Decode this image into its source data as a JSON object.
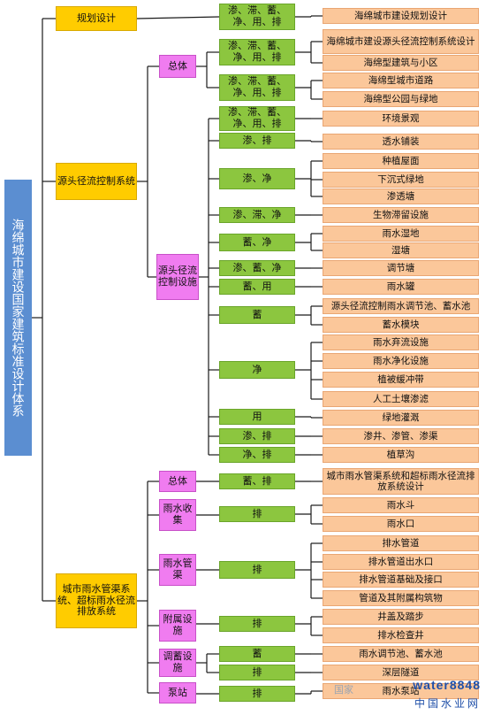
{
  "root": {
    "label": "海绵城市建设国家建筑标准设计体系"
  },
  "level1": [
    {
      "label": "规划设计"
    },
    {
      "label": "源头径流控制系统"
    },
    {
      "label": "城市雨水管渠系统、超标雨水径流排放系统"
    }
  ],
  "level2": [
    {
      "label": "总体"
    },
    {
      "label": "源头径流控制设施"
    },
    {
      "label": "总体"
    },
    {
      "label": "雨水收集"
    },
    {
      "label": "雨水管渠"
    },
    {
      "label": "附属设施"
    },
    {
      "label": "调蓄设施"
    },
    {
      "label": "泵站"
    }
  ],
  "functions": [
    {
      "label": "渗、滞、蓄、净、用、排"
    },
    {
      "label": "渗、滞、蓄、净、用、排"
    },
    {
      "label": "渗、滞、蓄、净、用、排"
    },
    {
      "label": "渗、滞、蓄、净、用、排"
    },
    {
      "label": "渗、排"
    },
    {
      "label": "渗、净"
    },
    {
      "label": "渗、滞、净"
    },
    {
      "label": "蓄、净"
    },
    {
      "label": "渗、蓄、净"
    },
    {
      "label": "蓄、用"
    },
    {
      "label": "蓄"
    },
    {
      "label": "净"
    },
    {
      "label": "用"
    },
    {
      "label": "渗、排"
    },
    {
      "label": "净、排"
    },
    {
      "label": "蓄、排"
    },
    {
      "label": "排"
    },
    {
      "label": "排"
    },
    {
      "label": "排"
    },
    {
      "label": "蓄"
    },
    {
      "label": "排"
    },
    {
      "label": "排"
    }
  ],
  "items": [
    {
      "label": "海绵城市建设规划设计"
    },
    {
      "label": "海绵城市建设源头径流控制系统设计"
    },
    {
      "label": "海绵型建筑与小区"
    },
    {
      "label": "海绵型城市道路"
    },
    {
      "label": "海绵型公园与绿地"
    },
    {
      "label": "环境景观"
    },
    {
      "label": "透水铺装"
    },
    {
      "label": "种植屋面"
    },
    {
      "label": "下沉式绿地"
    },
    {
      "label": "渗透塘"
    },
    {
      "label": "生物滞留设施"
    },
    {
      "label": "雨水湿地"
    },
    {
      "label": "湿塘"
    },
    {
      "label": "调节塘"
    },
    {
      "label": "雨水罐"
    },
    {
      "label": "源头径流控制雨水调节池、蓄水池"
    },
    {
      "label": "蓄水模块"
    },
    {
      "label": "雨水弃流设施"
    },
    {
      "label": "雨水净化设施"
    },
    {
      "label": "植被缓冲带"
    },
    {
      "label": "人工土壤渗滤"
    },
    {
      "label": "绿地灌溉"
    },
    {
      "label": "渗井、渗管、渗渠"
    },
    {
      "label": "植草沟"
    },
    {
      "label": "城市雨水管渠系统和超标雨水径流排放系统设计"
    },
    {
      "label": "雨水斗"
    },
    {
      "label": "雨水口"
    },
    {
      "label": "排水管道"
    },
    {
      "label": "排水管道出水口"
    },
    {
      "label": "排水管道基础及接口"
    },
    {
      "label": "管道及其附属构筑物"
    },
    {
      "label": "井盖及踏步"
    },
    {
      "label": "排水检查井"
    },
    {
      "label": "雨水调节池、蓄水池"
    },
    {
      "label": "深层隧道"
    },
    {
      "label": "雨水泵站"
    }
  ],
  "watermark": {
    "prefix": "国家",
    "brand": "water8848",
    "suffix": "中国水业网"
  },
  "colors": {
    "root": "#5b8ed1",
    "level1": "#ffcc00",
    "level2": "#f07cf0",
    "function": "#8cc63f",
    "item": "#fbc79a",
    "line": "#1a1a1a"
  }
}
